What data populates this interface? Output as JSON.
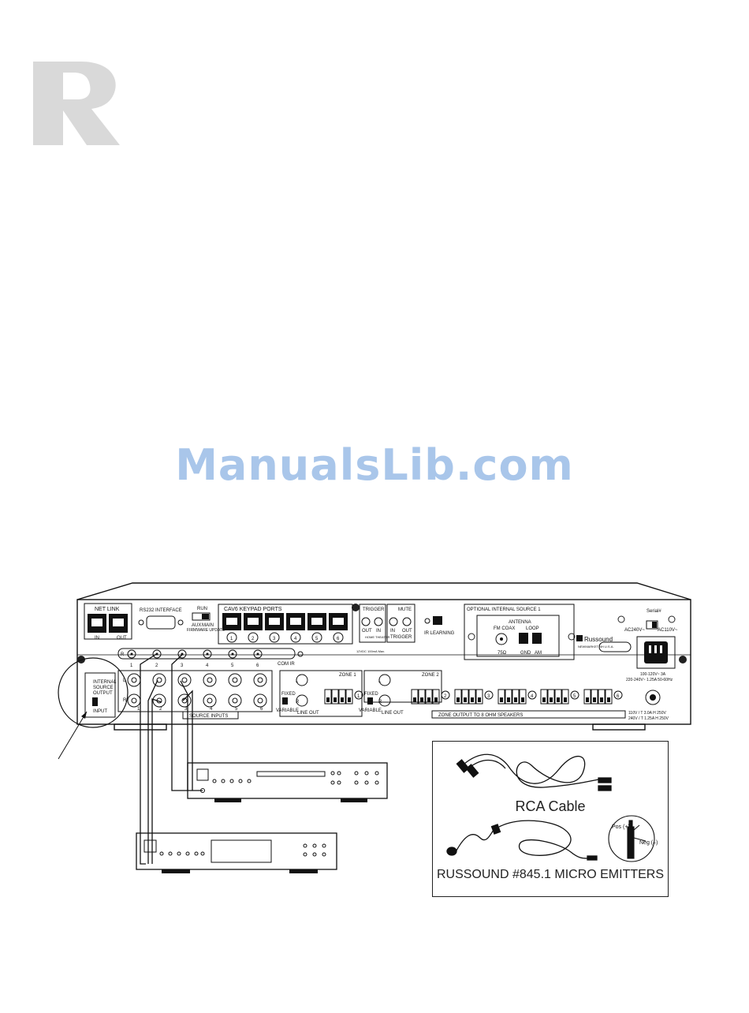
{
  "brand": {
    "logo_letter": "R"
  },
  "watermark": {
    "text": "ManualsLib.com"
  },
  "panel": {
    "net_link": "NET LINK",
    "net_in": "IN",
    "net_out": "OUT",
    "rs232": "RS232 INTERFACE",
    "run": "RUN",
    "aux": "AUX",
    "main": "MAIN",
    "firmware": "FIRMWARE UPDATE",
    "keypad_ports": "CAV6 KEYPAD PORTS",
    "ports": [
      "1",
      "2",
      "3",
      "4",
      "5",
      "6"
    ],
    "trigger": "TRIGGER",
    "trig_out": "OUT",
    "trig_in": "IN",
    "home_theater": "HOME THEATER",
    "trigger_spec": "12VDC 100mA Max.",
    "mute": "MUTE",
    "mute_in": "IN",
    "mute_out": "OUT",
    "mute_trigger": "TRIGGER",
    "ir_learning": "IR LEARNING",
    "optional_source": "OPTIONAL INTERNAL SOURCE 1",
    "antenna": "ANTENNA",
    "fm_coax": "FM COAX",
    "loop": "LOOP",
    "ohm75": "75Ω",
    "gnd": "GND",
    "am": "AM",
    "brand_plate": "Russound",
    "brand_city": "NEWMARKET NH U.S.A.",
    "serial": "Serial#",
    "ac240": "AC240V~",
    "ac110": "AC110V~",
    "power_spec1": "100-120V~ 3A",
    "power_spec2": "220-240V~ 1.25A 50-60Hz",
    "fuse_spec1": "110V / T 3.0A H 250V",
    "fuse_spec2": "240V / T 1.25A H 250V",
    "com_ir": "COM IR",
    "ir_nums": [
      "1",
      "2",
      "3",
      "4",
      "5",
      "6"
    ],
    "src_switch1": "INTERNAL",
    "src_switch2": "SOURCE",
    "src_switch3": "OUTPUT",
    "src_input": "INPUT",
    "ch_l": "L",
    "ch_r": "R",
    "source_inputs": "SOURCE INPUTS",
    "src_nums": [
      "1",
      "2",
      "3",
      "4",
      "5",
      "6"
    ],
    "zone1": "ZONE 1",
    "zone2": "ZONE 2",
    "fixed": "FIXED",
    "variable": "VARIABLE",
    "line_out": "LINE OUT",
    "zone_output": "ZONE OUTPUT TO 8 OHM SPEAKERS",
    "zone_nums": [
      "1",
      "2",
      "3",
      "4",
      "5",
      "6"
    ]
  },
  "inset": {
    "rca_caption": "RCA Cable",
    "emitter_caption": "RUSSOUND #845.1 MICRO EMITTERS",
    "pos": "Pos (+)",
    "neg": "Neg (–)"
  }
}
